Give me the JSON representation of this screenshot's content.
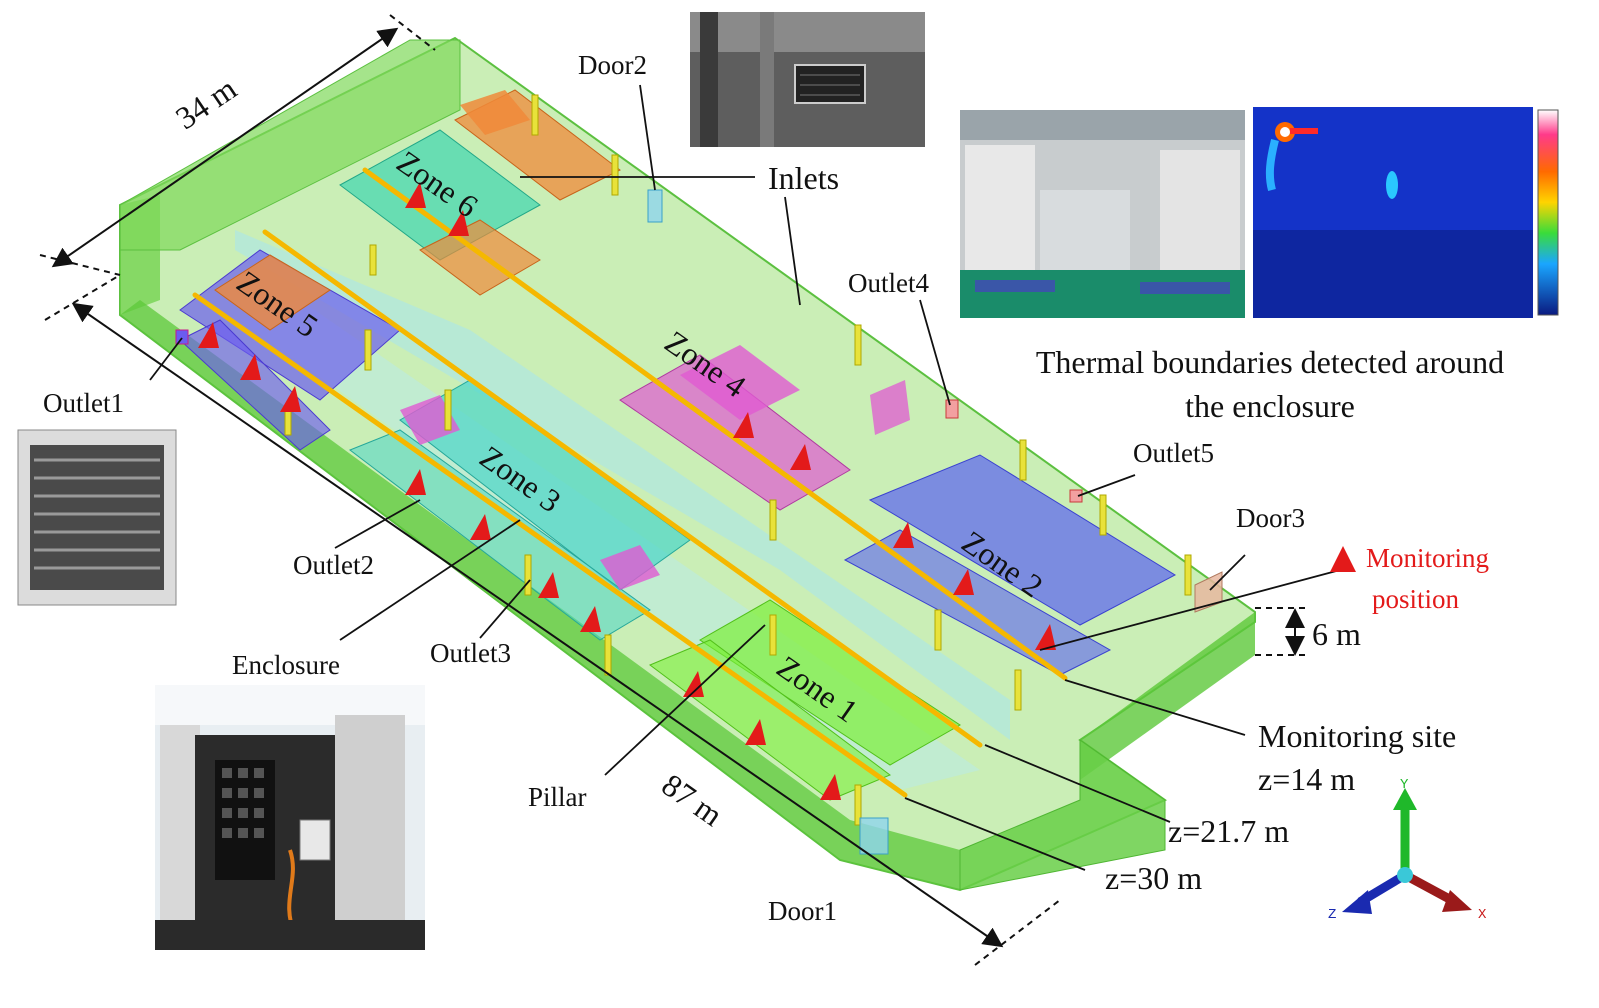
{
  "labels": {
    "dim_width": "34 m",
    "dim_length": "87 m",
    "dim_height": "6 m",
    "zone1": "Zone 1",
    "zone2": "Zone 2",
    "zone3": "Zone 3",
    "zone4": "Zone 4",
    "zone5": "Zone 5",
    "zone6": "Zone 6",
    "door1": "Door1",
    "door2": "Door2",
    "door3": "Door3",
    "outlet1": "Outlet1",
    "outlet2": "Outlet2",
    "outlet3": "Outlet3",
    "outlet4": "Outlet4",
    "outlet5": "Outlet5",
    "inlets": "Inlets",
    "enclosure": "Enclosure",
    "pillar": "Pillar",
    "monitoring_site": "Monitoring site",
    "z14": "z=14 m",
    "z21": "z=21.7 m",
    "z30": "z=30 m",
    "legend_monitoring_line1": "Monitoring",
    "legend_monitoring_line2": "position",
    "thermal_caption_line1": "Thermal boundaries detected around",
    "thermal_caption_line2": "the enclosure"
  },
  "axes": {
    "x": "X",
    "y": "Y",
    "z": "Z"
  },
  "colors": {
    "building": "#7ed957",
    "zone1": "#7cf03a",
    "zone2": "#5a63f2",
    "zone3": "#4ad6c9",
    "zone4": "#e05ad2",
    "zone5_purple": "#6b5cf0",
    "zone5_orange": "#f08a3a",
    "zone6_teal": "#3fd6b0",
    "zone6_orange": "#f08a3a",
    "monitoring_line": "#f5b800",
    "monitoring_marker": "#e31a1a",
    "pillar": "#e8e23a"
  }
}
